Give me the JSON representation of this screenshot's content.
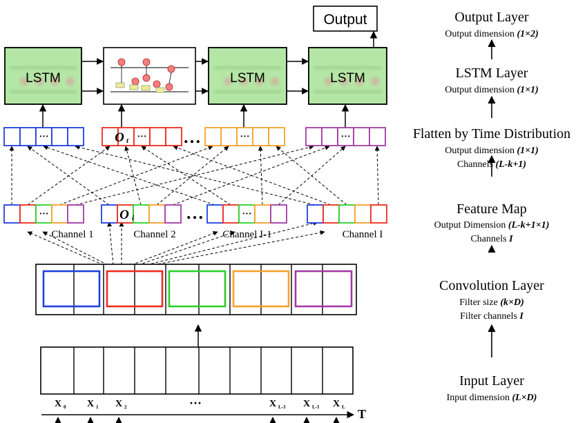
{
  "diagram": {
    "output_label": "Output",
    "lstm_label": "LSTM",
    "ot_label": "O",
    "ot_sub": "t",
    "oi_label": "O",
    "oi_sub": "i",
    "ellipsis": "…",
    "ellipsis_mid": "···",
    "cell_ellipsis": "···",
    "channel_labels": [
      "Channel 1",
      "Channel 2",
      "Channel I-1",
      "Channel I"
    ],
    "x_labels": [
      {
        "base": "X",
        "sub": "0"
      },
      {
        "base": "X",
        "sub": "1"
      },
      {
        "base": "X",
        "sub": "2"
      },
      {
        "base": "X",
        "sub": "L-3"
      },
      {
        "base": "X",
        "sub": "L-1"
      },
      {
        "base": "X",
        "sub": "L"
      }
    ],
    "axis_label": "T",
    "colors": {
      "blue": "#1f3fe0",
      "red": "#ee2b1f",
      "green": "#2ad02a",
      "orange": "#f7a12a",
      "purple": "#a23aa8",
      "lstm_fill": "#b4e6a6",
      "cell_circle": "#ef8080",
      "cell_gate": "#f3e99a"
    }
  },
  "layers": [
    {
      "title": "Output  Layer",
      "lines": [
        {
          "text": "Output dimension ",
          "em": "(1×2)"
        }
      ]
    },
    {
      "title": "LSTM Layer",
      "lines": [
        {
          "text": "Output dimension ",
          "em": "(1×1)"
        }
      ]
    },
    {
      "title": "Flatten by Time Distribution",
      "lines": [
        {
          "text": "Output dimension ",
          "em": "(1×1)"
        },
        {
          "text": "Channels ",
          "em": "(L-k+1)"
        }
      ]
    },
    {
      "title": "Feature Map",
      "lines": [
        {
          "text": "Output Dimension ",
          "em": "(L-k+1×1)"
        },
        {
          "text": "Channels ",
          "em": "I"
        }
      ]
    },
    {
      "title": "Convolution  Layer",
      "lines": [
        {
          "text": "Filter size ",
          "em": "(k×D)"
        },
        {
          "text": "Filter channels ",
          "em": "I"
        }
      ]
    },
    {
      "title": "Input  Layer",
      "lines": [
        {
          "text": "Input dimension ",
          "em": "(L×D)"
        }
      ]
    }
  ]
}
